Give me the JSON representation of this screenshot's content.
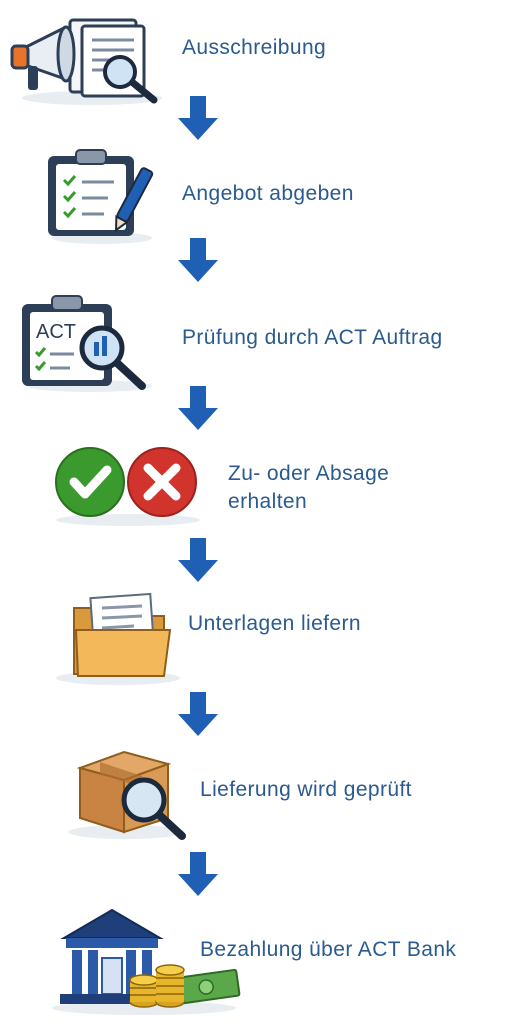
{
  "steps": [
    {
      "label": "Ausschreibung",
      "icon": "megaphone-document-search-icon"
    },
    {
      "label": "Angebot abgeben",
      "icon": "clipboard-pen-icon"
    },
    {
      "label": "Prüfung durch ACT Auftrag",
      "icon": "clipboard-act-magnifier-icon",
      "badge": "ACT"
    },
    {
      "label_line1": "Zu- oder Absage",
      "label_line2": "erhalten",
      "icon": "check-cross-icon"
    },
    {
      "label": "Unterlagen liefern",
      "icon": "folder-documents-icon"
    },
    {
      "label": "Lieferung wird geprüft",
      "icon": "box-magnifier-icon"
    },
    {
      "label": "Bezahlung über ACT Bank",
      "icon": "bank-money-icon"
    }
  ],
  "colors": {
    "text": "#2a5a8f",
    "arrow": "#1f5fb4",
    "check": "#3a9a2e",
    "cross": "#d0342c"
  }
}
